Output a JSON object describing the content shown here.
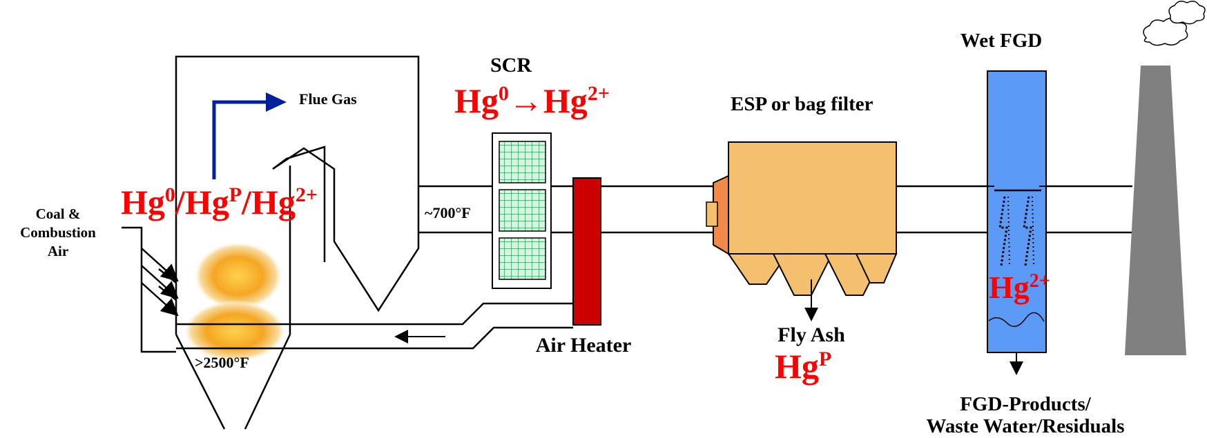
{
  "labels": {
    "flue_gas": "Flue Gas",
    "coal_1": "Coal &",
    "coal_2": "Combustion",
    "coal_3": "Air",
    "temp_boiler": ">2500°F",
    "temp_duct": "~700°F",
    "scr": "SCR",
    "air_heater": "Air Heater",
    "esp": "ESP or bag filter",
    "fly_ash": "Fly Ash",
    "wet_fgd": "Wet FGD",
    "fgd_products_1": "FGD-Products/",
    "fgd_products_2": "Waste Water/Residuals"
  },
  "mercury": {
    "hg": "Hg",
    "sup_0": "0",
    "sup_p": "P",
    "sup_2plus": "2+",
    "slash": "/",
    "arrow": "→"
  },
  "colors": {
    "mercury_text": "#ff0000",
    "flue_arrow": "#0020a0",
    "scr_grid": "#22aa55",
    "air_heater": "#cc0000",
    "esp_body": "#f4c06e",
    "esp_inlet": "#f08a4b",
    "fgd_tower": "#5b9bf7",
    "stack": "#808080"
  }
}
